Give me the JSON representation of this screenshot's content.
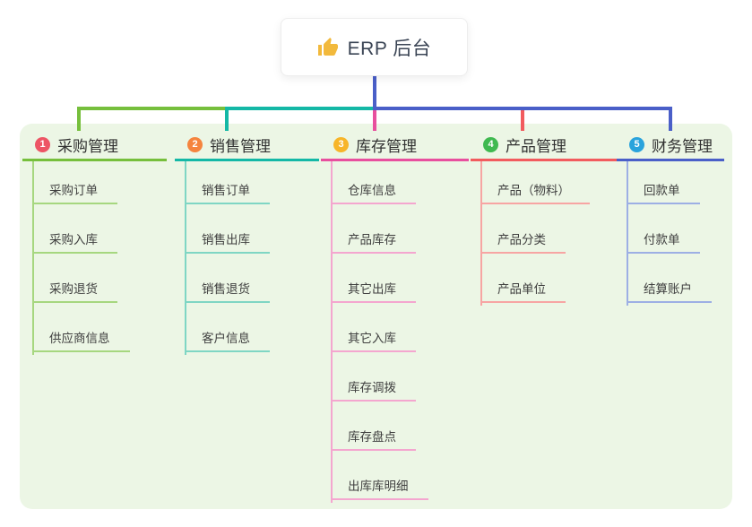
{
  "root": {
    "title": "ERP 后台",
    "icon": "thumbs-up-icon",
    "icon_color": "#f2b93c"
  },
  "canvas": {
    "page_bg": "#ffffff",
    "panel_bg": "#ecf6e5",
    "root_line_color": "#4a5fc8"
  },
  "branches": [
    {
      "badge": "1",
      "badge_color": "#ed5565",
      "label": "采购管理",
      "line_color": "#76bf3c",
      "item_line_color": "#a6d77f",
      "items": [
        "采购订单",
        "采购入库",
        "采购退货",
        "供应商信息"
      ]
    },
    {
      "badge": "2",
      "badge_color": "#f5843e",
      "label": "销售管理",
      "line_color": "#14b8a6",
      "item_line_color": "#7fd6c4",
      "items": [
        "销售订单",
        "销售出库",
        "销售退货",
        "客户信息"
      ]
    },
    {
      "badge": "3",
      "badge_color": "#f7b529",
      "label": "库存管理",
      "line_color": "#e84f9e",
      "item_line_color": "#f4a6cf",
      "items": [
        "仓库信息",
        "产品库存",
        "其它出库",
        "其它入库",
        "库存调拨",
        "库存盘点",
        "出库库明细"
      ]
    },
    {
      "badge": "4",
      "badge_color": "#3fb950",
      "label": "产品管理",
      "line_color": "#f25b5e",
      "item_line_color": "#f7a5a3",
      "items": [
        "产品（物料）",
        "产品分类",
        "产品单位"
      ]
    },
    {
      "badge": "5",
      "badge_color": "#29a3dc",
      "label": "财务管理",
      "line_color": "#4a5fc8",
      "item_line_color": "#9dafe4",
      "items": [
        "回款单",
        "付款单",
        "结算账户"
      ]
    }
  ]
}
